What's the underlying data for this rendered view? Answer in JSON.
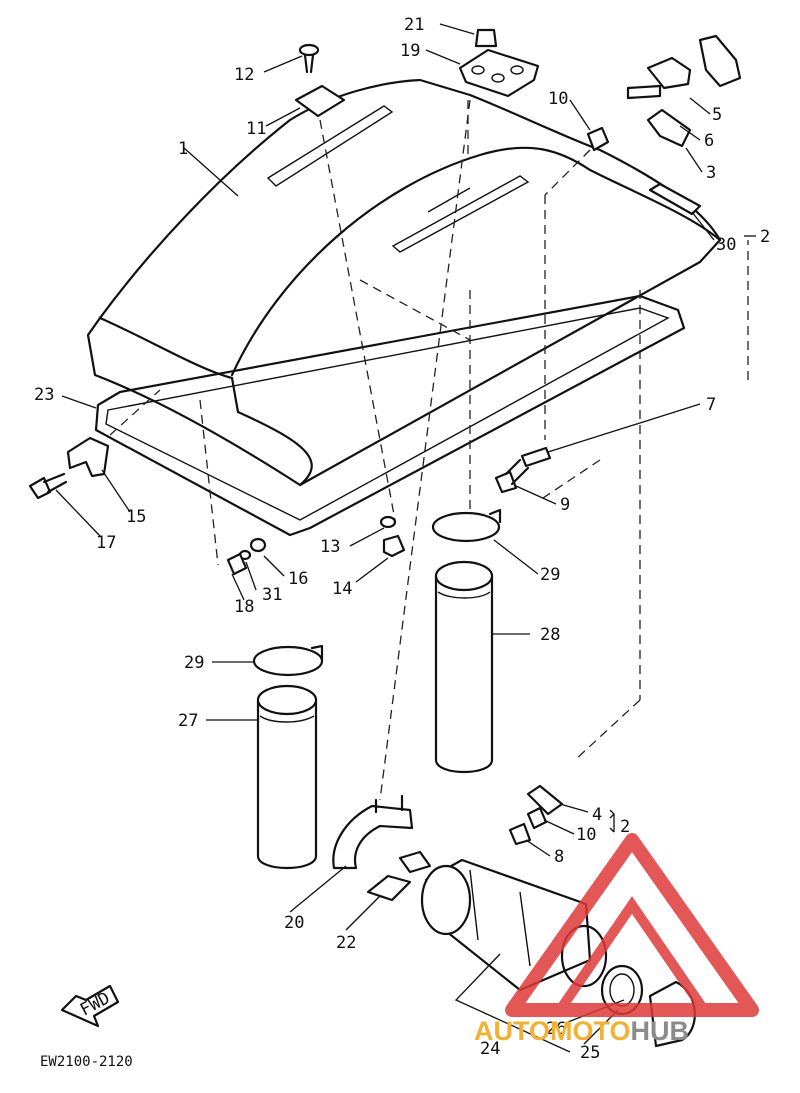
{
  "drawing_code": "EW2100-2120",
  "direction_marker": "FWD",
  "watermark": {
    "prefix": "AUTOMOTO",
    "suffix": "HUB",
    "color_prefix": "#f2b134",
    "color_suffix": "#8b8b8b",
    "logo_color": "#e03a3a"
  },
  "callouts": {
    "c1": "1",
    "c2a": "2",
    "c2b": "2",
    "c3": "3",
    "c4": "4",
    "c5": "5",
    "c6": "6",
    "c7": "7",
    "c8": "8",
    "c9": "9",
    "c10a": "10",
    "c10b": "10",
    "c11": "11",
    "c12": "12",
    "c13": "13",
    "c14": "14",
    "c15": "15",
    "c16": "16",
    "c17": "17",
    "c18": "18",
    "c19": "19",
    "c20": "20",
    "c21": "21",
    "c22": "22",
    "c23": "23",
    "c24": "24",
    "c25": "25",
    "c26": "26",
    "c27": "27",
    "c28": "28",
    "c29a": "29",
    "c29b": "29",
    "c30": "30",
    "c31": "31"
  }
}
